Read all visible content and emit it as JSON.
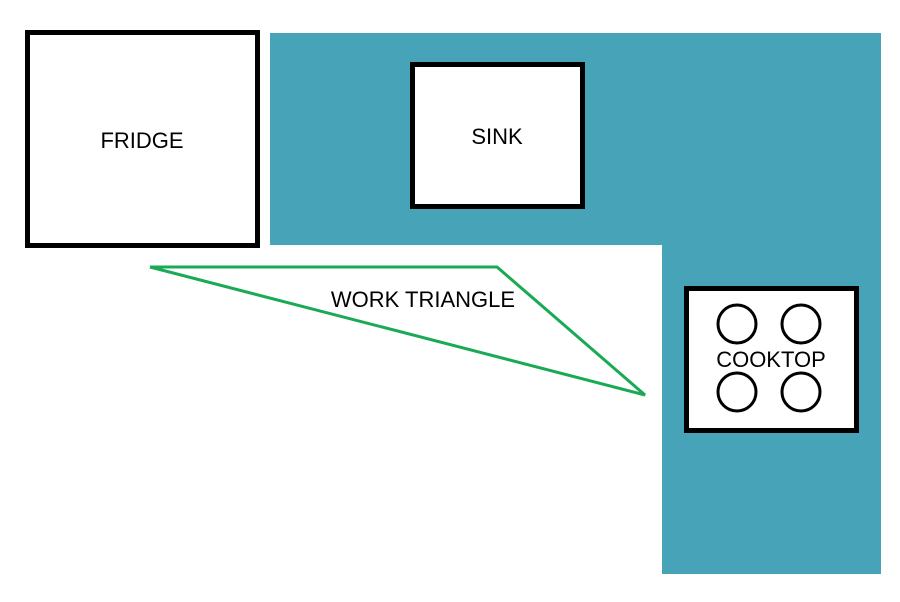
{
  "diagram": {
    "fridge": {
      "label": "FRIDGE"
    },
    "sink": {
      "label": "SINK"
    },
    "cooktop": {
      "label": "COOKTOP",
      "burner_count": 4
    },
    "work_triangle": {
      "label": "WORK TRIANGLE"
    }
  },
  "colors": {
    "counter": "#46A3B8",
    "outline": "#000000",
    "appliance_fill": "#FFFFFF",
    "triangle": "#1AAA55",
    "background": "#FFFFFF"
  }
}
